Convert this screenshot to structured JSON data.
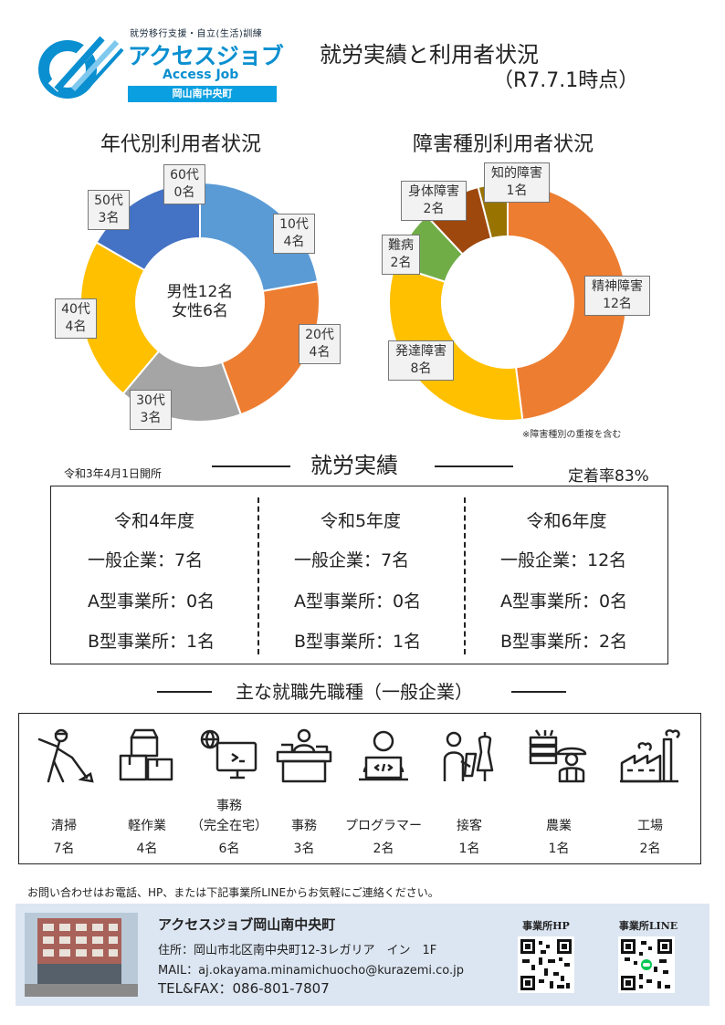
{
  "header": {
    "logo_subtitle": "就労移行支援・自立(生活)訓練",
    "logo_name": "アクセスジョブ",
    "logo_en": "Access Job",
    "logo_branch": "岡山南中央町",
    "title": "就労実績と利用者状況",
    "date": "（R7.7.1時点）"
  },
  "age_section": {
    "title": "年代別利用者状況",
    "center_line1": "男性12名",
    "center_line2": "女性6名",
    "labels": [
      {
        "name": "60代",
        "count": "0名"
      },
      {
        "name": "10代",
        "count": "4名"
      },
      {
        "name": "20代",
        "count": "4名"
      },
      {
        "name": "30代",
        "count": "3名"
      },
      {
        "name": "40代",
        "count": "4名"
      },
      {
        "name": "50代",
        "count": "3名"
      }
    ]
  },
  "disability_section": {
    "title": "障害種別利用者状況",
    "note": "※障害種別の重複を含む",
    "labels": [
      {
        "name": "精神障害",
        "count": "12名"
      },
      {
        "name": "発達障害",
        "count": "8名"
      },
      {
        "name": "難病",
        "count": "2名"
      },
      {
        "name": "身体障害",
        "count": "2名"
      },
      {
        "name": "知的障害",
        "count": "1名"
      }
    ]
  },
  "chart_data": [
    {
      "type": "pie",
      "categories": [
        "10代",
        "20代",
        "30代",
        "40代",
        "50代",
        "60代"
      ],
      "values": [
        4,
        4,
        3,
        4,
        3,
        0
      ],
      "colors": [
        "#5b9bd5",
        "#ed7d31",
        "#a5a5a5",
        "#ffc000",
        "#4472c4",
        "#70ad47"
      ],
      "title": "年代別利用者状況"
    },
    {
      "type": "pie",
      "categories": [
        "精神障害",
        "発達障害",
        "難病",
        "身体障害",
        "知的障害"
      ],
      "values": [
        12,
        8,
        2,
        2,
        1
      ],
      "colors": [
        "#ed7d31",
        "#ffc000",
        "#70ad47",
        "#9e480e",
        "#997300"
      ],
      "title": "障害種別利用者状況"
    }
  ],
  "results": {
    "title": "就労実績",
    "opened": "令和3年4月1日開所",
    "retention": "定着率83%",
    "years": [
      {
        "year": "令和4年度",
        "general": "一般企業：7名",
        "type_a": "A型事業所：0名",
        "type_b": "B型事業所：1名"
      },
      {
        "year": "令和5年度",
        "general": "一般企業：7名",
        "type_a": "A型事業所：0名",
        "type_b": "B型事業所：1名"
      },
      {
        "year": "令和6年度",
        "general": "一般企業：12名",
        "type_a": "A型事業所：0名",
        "type_b": "B型事業所：2名"
      }
    ]
  },
  "jobs": {
    "title": "主な就職先職種（一般企業）",
    "items": [
      {
        "name": "清掃",
        "count": "7名",
        "icon": "cleaning-icon"
      },
      {
        "name": "軽作業",
        "count": "4名",
        "icon": "boxes-icon"
      },
      {
        "name": "事務",
        "name2": "（完全在宅）",
        "count": "6名",
        "icon": "remote-work-icon"
      },
      {
        "name": "事務",
        "count": "3名",
        "icon": "office-desk-icon"
      },
      {
        "name": "プログラマー",
        "count": "2名",
        "icon": "programmer-icon"
      },
      {
        "name": "接客",
        "count": "1名",
        "icon": "customer-service-icon"
      },
      {
        "name": "農業",
        "count": "1名",
        "icon": "farmer-icon"
      },
      {
        "name": "工場",
        "count": "2名",
        "icon": "factory-icon"
      }
    ]
  },
  "contact": {
    "note": "お問い合わせはお電話、HP、または下記事業所LINEからお気軽にご連絡ください。",
    "name": "アクセスジョブ岡山南中央町",
    "address": "住所：岡山市北区南中央町12-3レガリア　イン　1F",
    "mail": "MAIL：aj.okayama.minamichuocho@kurazemi.co.jp",
    "tel": "TEL&FAX：086-801-7807",
    "qr_hp_label": "事業所HP",
    "qr_line_label": "事業所LINE"
  }
}
